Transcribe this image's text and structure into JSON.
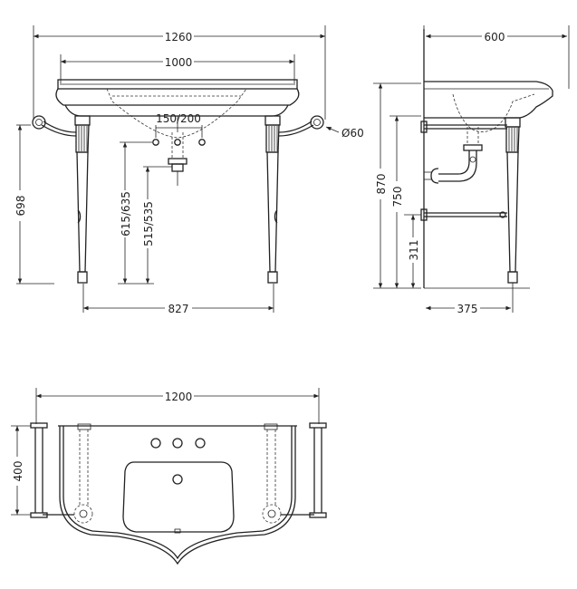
{
  "front_view": {
    "dim_overall_width": "1260",
    "dim_basin_width": "1000",
    "dim_tap_spacing": "150/200",
    "dim_towel_rail": "Ø60",
    "dim_rail_height": "698",
    "dim_leg_spacing": "827",
    "dim_tap_height": "615/635",
    "dim_waste_height": "515/535"
  },
  "side_view": {
    "dim_depth": "600",
    "dim_total_height": "870",
    "dim_basin_height": "750",
    "dim_shelf_height": "311",
    "dim_leg_depth": "375"
  },
  "plan_view": {
    "dim_width": "1200",
    "dim_depth": "400"
  }
}
